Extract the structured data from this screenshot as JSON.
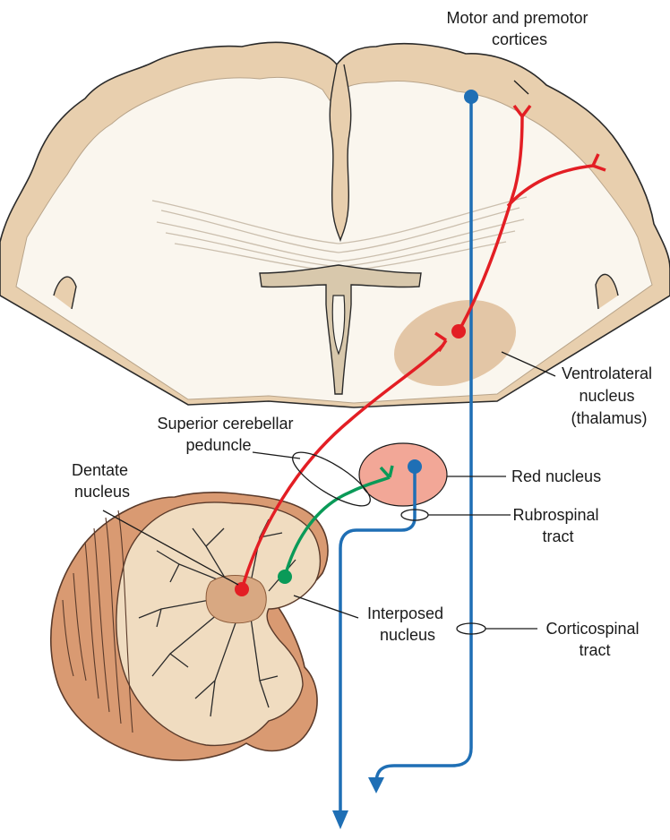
{
  "labels": {
    "motor_cortices": [
      "Motor and premotor",
      "cortices"
    ],
    "ventrolateral": [
      "Ventrolateral",
      "nucleus",
      "(thalamus)"
    ],
    "superior_peduncle": [
      "Superior cerebellar",
      "peduncle"
    ],
    "dentate": [
      "Dentate",
      "nucleus"
    ],
    "red_nucleus": [
      "Red nucleus"
    ],
    "rubrospinal": [
      "Rubrospinal",
      "tract"
    ],
    "interposed": [
      "Interposed",
      "nucleus"
    ],
    "corticospinal": [
      "Corticospinal",
      "tract"
    ]
  },
  "colors": {
    "dentate_pathway": "#e31e24",
    "interposed_pathway": "#0a9a58",
    "descending_tracts": "#1f6fb5",
    "red_nucleus_fill": "#f2a797",
    "thalamus_fill": "#e3c6a6",
    "cortex_fill": "#e8cfae",
    "white_matter_fill": "#faf6ee",
    "cerebellum_surface": "#d99a72"
  }
}
